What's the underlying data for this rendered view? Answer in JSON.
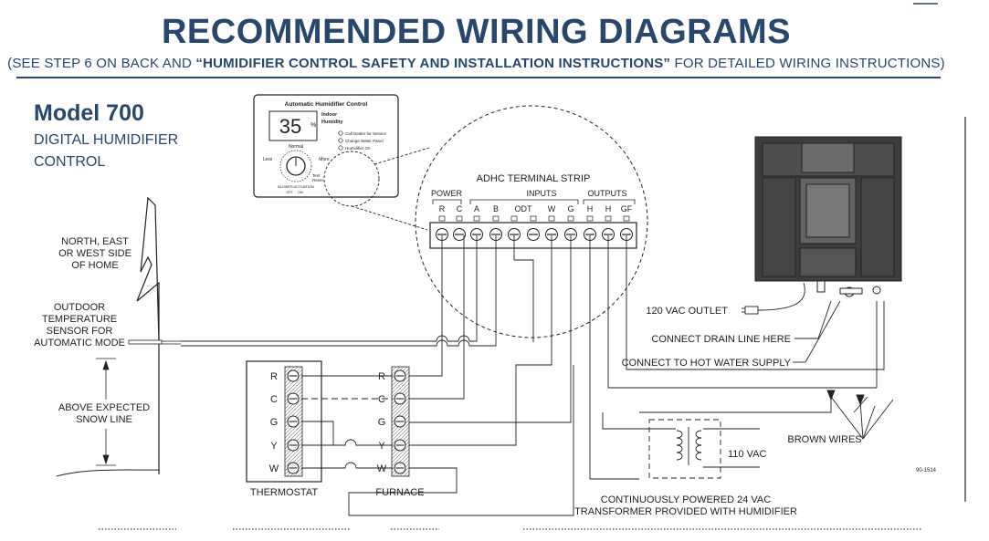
{
  "header": {
    "title": "RECOMMENDED WIRING DIAGRAMS",
    "subtitle_pre": "(SEE STEP 6 ON BACK AND ",
    "subtitle_bold": "“HUMIDIFIER CONTROL SAFETY AND INSTALLATION INSTRUCTIONS”",
    "subtitle_post": " FOR DETAILED WIRING INSTRUCTIONS)"
  },
  "model": {
    "name": "Model 700",
    "line1": "DIGITAL HUMIDIFIER",
    "line2": "CONTROL"
  },
  "control_panel": {
    "title": "Automatic Humidifier Control",
    "display": "35",
    "indoor": "Indoor",
    "humidity": "Humidity",
    "led1": "Call Dealer for Service",
    "led2": "Change Water Panel",
    "led3": "Humidifier On",
    "normal": "Normal",
    "less": "Less",
    "more": "More",
    "test": "Test",
    "reset": "Reset",
    "blower": "BLOWER ACTIVATION",
    "off": "OFF",
    "on": "ON"
  },
  "terminal_strip": {
    "title": "ADHC TERMINAL STRIP",
    "groups": [
      "POWER",
      "INPUTS",
      "OUTPUTS"
    ],
    "terminals": [
      "R",
      "C",
      "A",
      "B",
      "ODT",
      "W",
      "G",
      "H",
      "H",
      "GF"
    ]
  },
  "left_labels": {
    "side": [
      "NORTH, EAST",
      "OR WEST SIDE",
      "OF HOME"
    ],
    "sensor": [
      "OUTDOOR",
      "TEMPERATURE",
      "SENSOR FOR",
      "AUTOMATIC MODE"
    ],
    "snow": [
      "ABOVE EXPECTED",
      "SNOW LINE"
    ]
  },
  "thermostat": {
    "label": "THERMOSTAT",
    "terminals": [
      "R",
      "C",
      "G",
      "Y",
      "W"
    ]
  },
  "furnace": {
    "label": "FURNACE",
    "terminals": [
      "R",
      "C",
      "G",
      "Y",
      "W"
    ]
  },
  "humidifier_labels": {
    "outlet": "120 VAC OUTLET",
    "drain": "CONNECT DRAIN LINE HERE",
    "hot_water": "CONNECT TO HOT WATER SUPPLY",
    "brown": "BROWN WIRES",
    "vac110": "110 VAC",
    "part_no": "90-1514",
    "transformer1": "CONTINUOUSLY POWERED 24 VAC",
    "transformer2": "TRANSFORMER PROVIDED WITH HUMIDIFIER"
  },
  "colors": {
    "heading": "#27476e",
    "line": "#222222"
  }
}
